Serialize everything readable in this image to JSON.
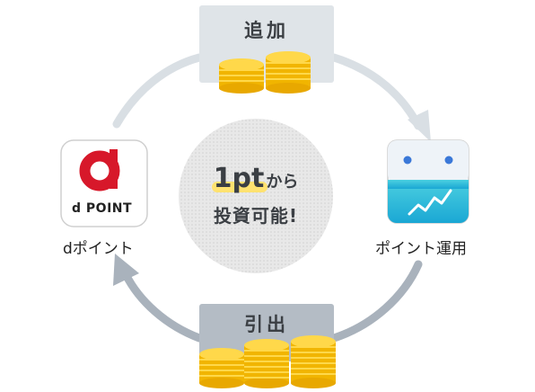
{
  "diagram": {
    "top_box_label": "追加",
    "bottom_box_label": "引出",
    "center": {
      "line1_big": "1pt",
      "line1_small": "から",
      "line2": "投資可能!"
    },
    "left_node": {
      "logo_letter": "d",
      "logo_word": "POINT",
      "caption": "dポイント"
    },
    "right_node": {
      "caption": "ポイント運用"
    },
    "colors": {
      "arrow": "#d9dfe4",
      "arrow_dark": "#a9b2bc",
      "box": "#dfe4e8",
      "box_dark": "#b4bcc5",
      "dpoint_red": "#d7182a",
      "coin": "#f7c419",
      "center_circle": "#e3e3e3",
      "chart_top": "#e9f1f8",
      "chart_bottom": "#18b7d6"
    }
  }
}
